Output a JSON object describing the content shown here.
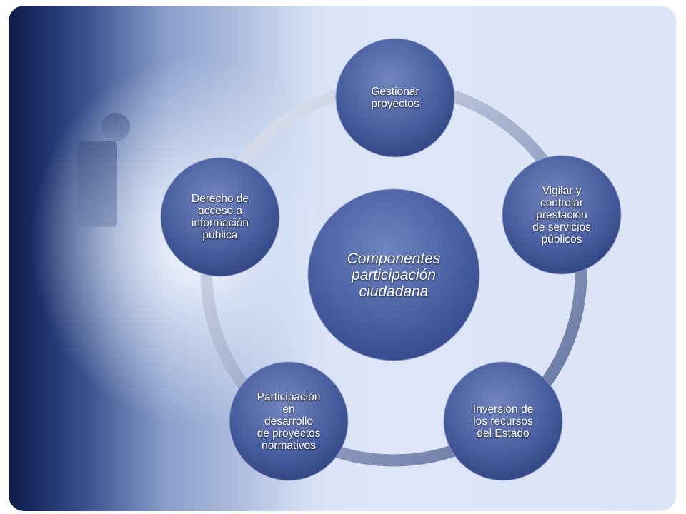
{
  "center": {
    "label": "Componentes\nparticipación\nciudadana"
  },
  "nodes": [
    {
      "label": "Gestionar\nproyectos"
    },
    {
      "label": "Vigilar y\ncontrolar\nprestación\nde servicios\npúblicos"
    },
    {
      "label": "Inversión de\nlos recursos\ndel Estado"
    },
    {
      "label": "Participación\nen\ndesarrollo\nde proyectos\nnormativos"
    },
    {
      "label": "Derecho de\nacceso a\ninformación\npública"
    }
  ],
  "colors": {
    "node_fill": "#3f5596",
    "center_fill": "#3f5596",
    "ring": "#b7c1d9"
  }
}
